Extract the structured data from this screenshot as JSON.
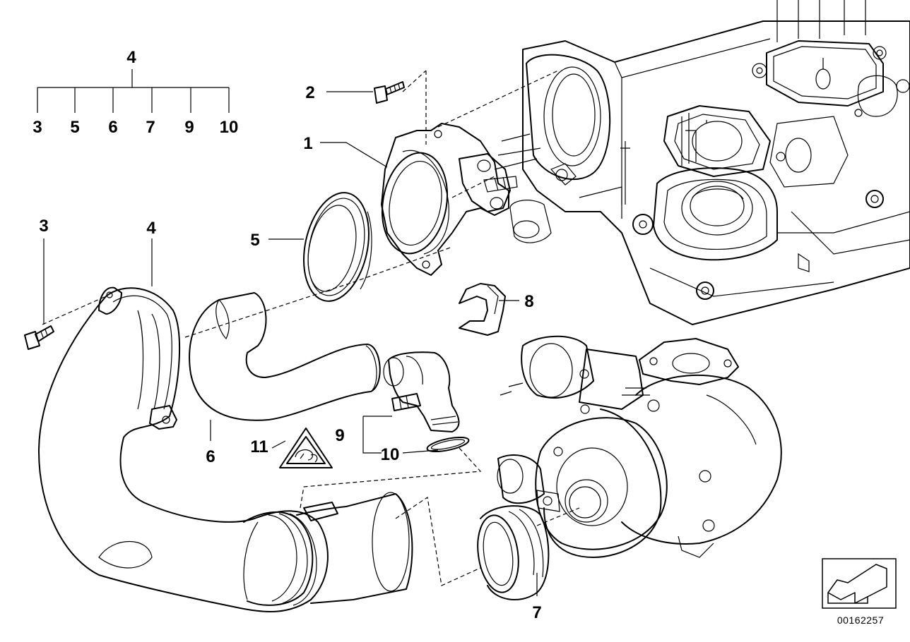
{
  "tree": {
    "root": "4",
    "children": [
      "3",
      "5",
      "6",
      "7",
      "9",
      "10"
    ]
  },
  "callouts": {
    "c1": "1",
    "c2": "2",
    "c3": "3",
    "c4": "4",
    "c5": "5",
    "c6": "6",
    "c7": "7",
    "c8": "8",
    "c9": "9",
    "c10": "10",
    "c11": "11"
  },
  "catalog_number": "00162257"
}
